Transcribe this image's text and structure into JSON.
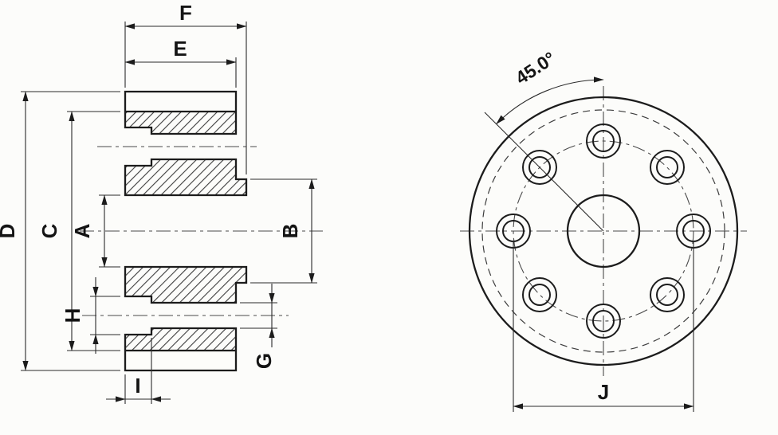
{
  "drawing": {
    "section_view": {
      "labels": {
        "a": "A",
        "b": "B",
        "c": "C",
        "d": "D",
        "e": "E",
        "f": "F",
        "g": "G",
        "h": "H",
        "i": "I"
      }
    },
    "front_view": {
      "labels": {
        "angle": "45.0°",
        "j": "J"
      },
      "bolt_hole_count": 8
    },
    "colors": {
      "ink": "#1c1c1c",
      "paper": "#fcfcfa",
      "centerline": "#4a4a4a"
    }
  }
}
